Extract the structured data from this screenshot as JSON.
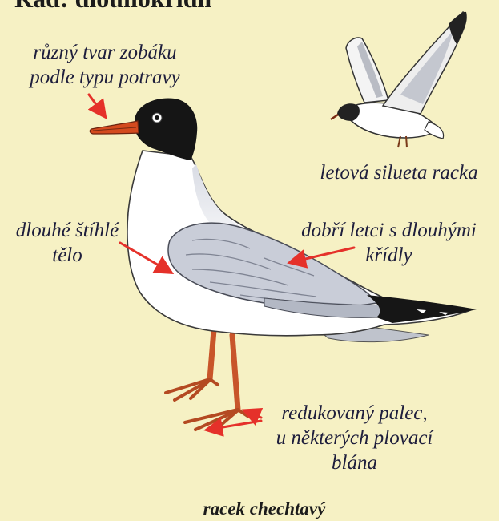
{
  "title": "Řád: dlouhokřídlí",
  "labels": {
    "beak": [
      "různý tvar zobáku",
      "podle typu potravy"
    ],
    "flight_silhouette": "letová silueta racka",
    "body": [
      "dlouhé štíhlé",
      "tělo"
    ],
    "wings": [
      "dobří letci s dlouhými",
      "křídly"
    ],
    "feet": [
      "redukovaný palec,",
      "u některých plovací",
      "blána"
    ]
  },
  "caption": "racek chechtavý",
  "colors": {
    "background": "#f6f1c4",
    "arrow": "#e5312a",
    "text": "#1e1e3c",
    "hood": "#151515",
    "wing": "#c9cdd8",
    "legs": "#c8552a"
  }
}
